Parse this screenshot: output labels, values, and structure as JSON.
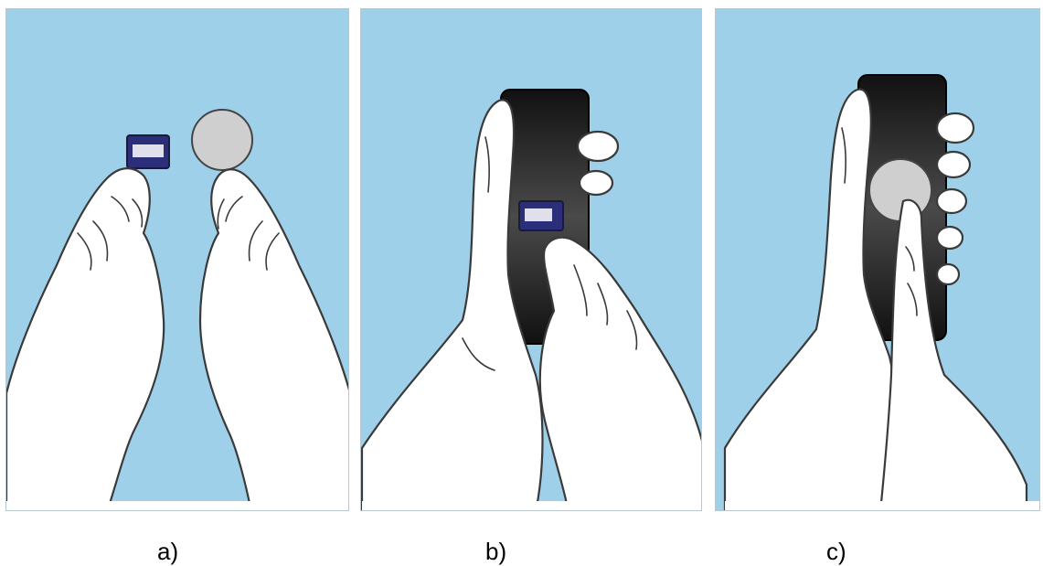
{
  "panels": [
    {
      "caption": "a)",
      "description_icon": "hands-holding-sensor-and-disc-icon"
    },
    {
      "caption": "b)",
      "description_icon": "hand-attaching-sensor-to-phone-icon"
    },
    {
      "caption": "c)",
      "description_icon": "finger-pressing-disc-on-phone-icon"
    }
  ],
  "colors": {
    "background": "#9fd0ea",
    "phone": "#1e1e1e",
    "sensor": "#2b2f7a",
    "disc": "#cfcfcf"
  }
}
